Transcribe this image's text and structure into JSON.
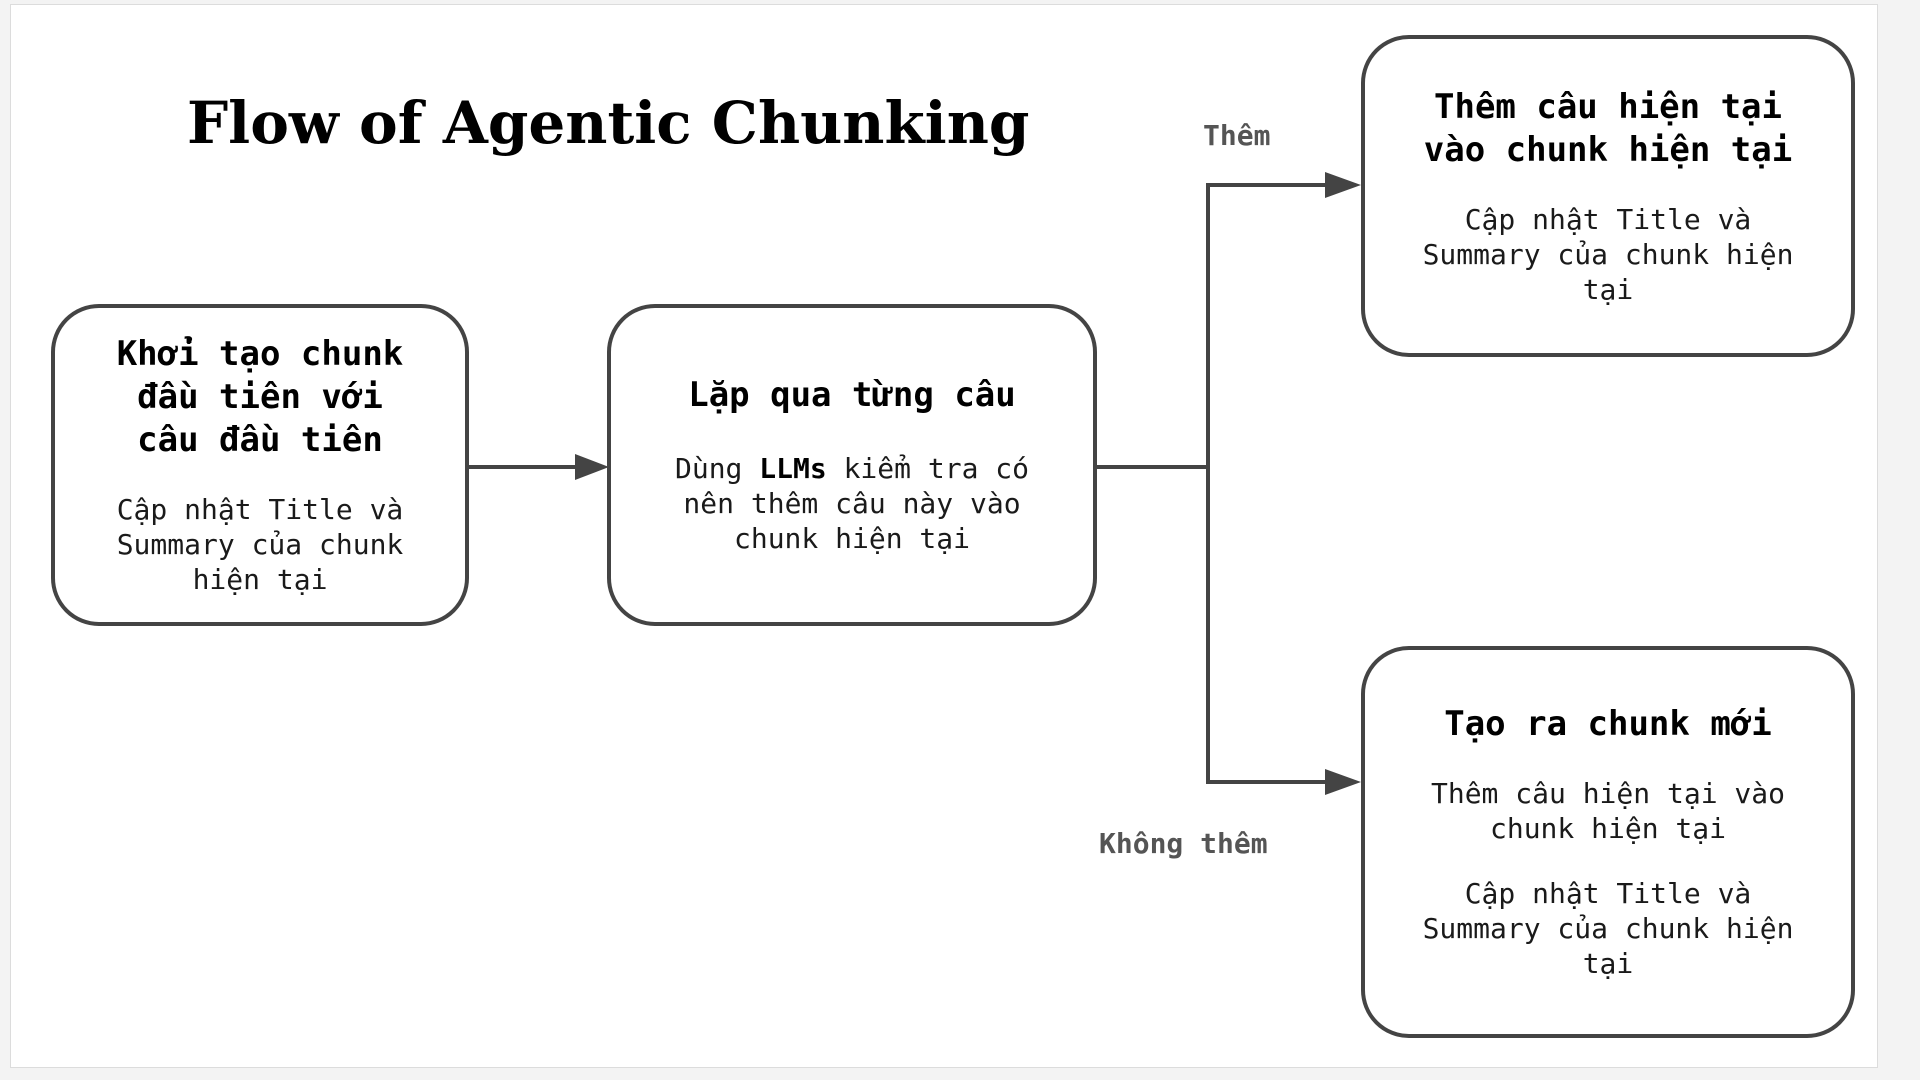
{
  "title": "Flow of Agentic Chunking",
  "nodes": {
    "init": {
      "title_lines": [
        "Khởi tạo chunk",
        "đầu tiên với",
        "câu đầu tiên"
      ],
      "text_lines": [
        "Cập nhật Title và",
        "Summary của chunk",
        "hiện tại"
      ]
    },
    "loop": {
      "title_lines": [
        "Lặp qua từng câu"
      ],
      "text_pre": "Dùng ",
      "text_bold": "LLMs",
      "text_post": " kiểm tra có",
      "text_lines": [
        "nên thêm câu này vào",
        "chunk hiện tại"
      ]
    },
    "add": {
      "title_lines": [
        "Thêm câu hiện tại",
        "vào chunk hiện tại"
      ],
      "text_lines": [
        "Cập nhật Title và",
        "Summary của chunk hiện",
        "tại"
      ]
    },
    "new": {
      "title_lines": [
        "Tạo ra chunk mới"
      ],
      "text_lines": [
        "Thêm câu hiện tại vào",
        "chunk hiện tại"
      ],
      "text2_lines": [
        "Cập nhật Title và",
        "Summary của chunk hiện",
        "tại"
      ]
    }
  },
  "edges": {
    "yes_label": "Thêm",
    "no_label": "Không thêm"
  },
  "colors": {
    "stroke": "#444444",
    "edge_label": "#555555"
  }
}
